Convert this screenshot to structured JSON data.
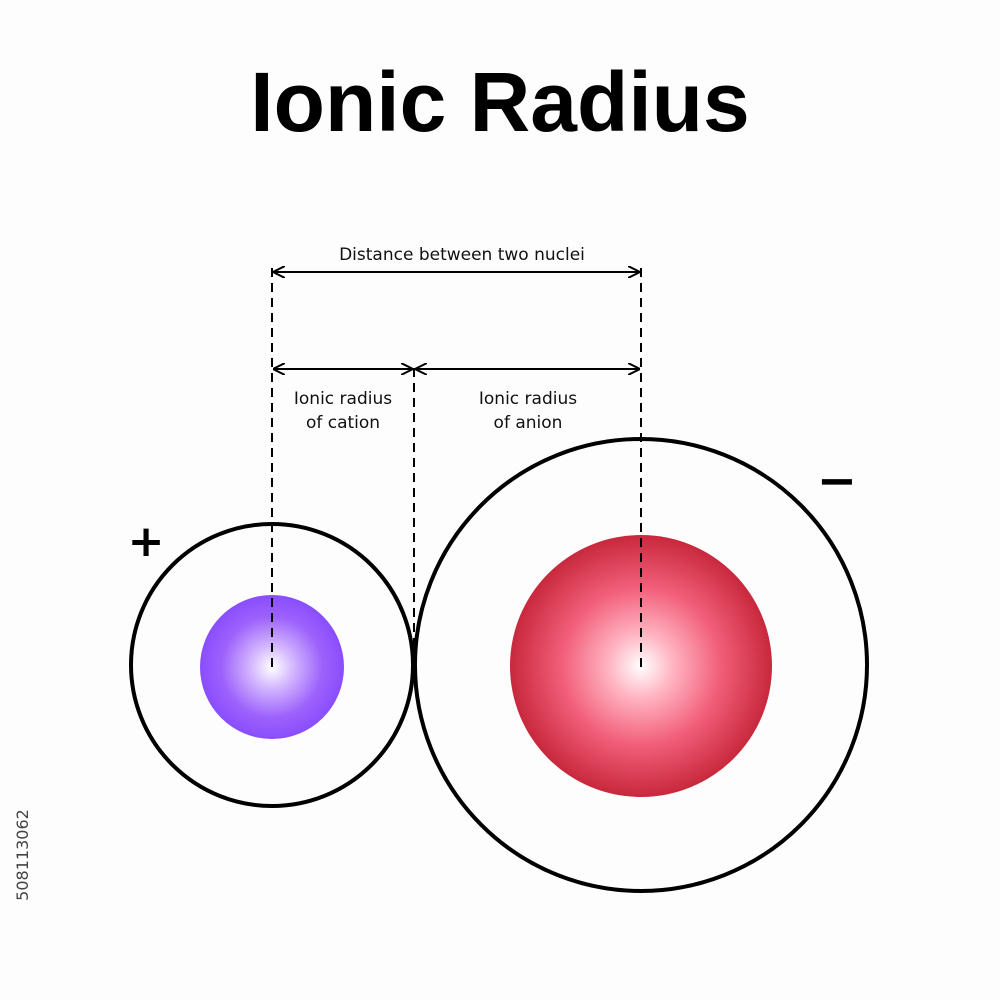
{
  "title": "Ionic Radius",
  "labels": {
    "distance": "Distance between two nuclei",
    "cation_line1": "Ionic radius",
    "cation_line2": "of cation",
    "anion_line1": "Ionic radius",
    "anion_line2": "of anion"
  },
  "signs": {
    "cation": "+",
    "anion": "−"
  },
  "watermark_id": "508113062",
  "colors": {
    "cation_core": "#8a4dff",
    "anion_core": "#c8283c",
    "outline": "#000000",
    "background": "#fdfdfd"
  }
}
